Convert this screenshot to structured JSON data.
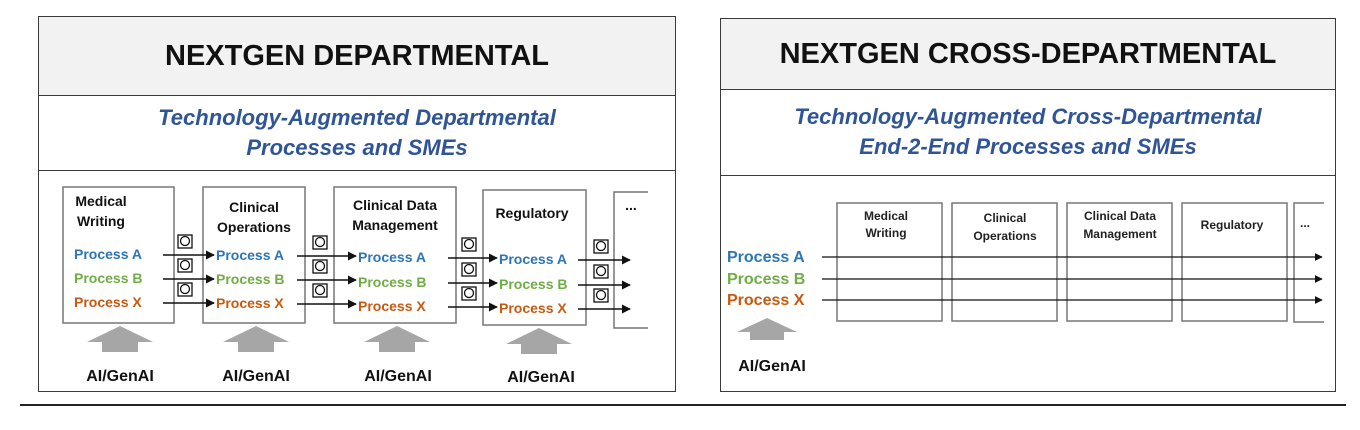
{
  "left_panel": {
    "title": "NEXTGEN DEPARTMENTAL",
    "subtitle_line1": "Technology-Augmented Departmental",
    "subtitle_line2": "Processes and SMEs",
    "departments": [
      {
        "line1": "Medical",
        "line2": "Writing"
      },
      {
        "line1": "Clinical",
        "line2": "Operations"
      },
      {
        "line1": "Clinical Data",
        "line2": "Management"
      },
      {
        "line1": "Regulatory",
        "line2": ""
      }
    ],
    "more_label": "...",
    "process_labels": [
      "Process A",
      "Process B",
      "Process X"
    ],
    "input_label": "AI/GenAI"
  },
  "right_panel": {
    "title": "NEXTGEN CROSS-DEPARTMENTAL",
    "subtitle_line1": "Technology-Augmented Cross-Departmental",
    "subtitle_line2": "End-2-End Processes and SMEs",
    "departments": [
      {
        "line1": "Medical",
        "line2": "Writing"
      },
      {
        "line1": "Clinical",
        "line2": "Operations"
      },
      {
        "line1": "Clinical Data",
        "line2": "Management"
      },
      {
        "line1": "Regulatory",
        "line2": ""
      }
    ],
    "more_label": "...",
    "process_labels": [
      "Process A",
      "Process B",
      "Process X"
    ],
    "input_label": "AI/GenAI"
  },
  "colors": {
    "process_a": "#2e75b6",
    "process_b": "#70ad47",
    "process_x": "#c55a11",
    "subtitle": "#2f5597",
    "arrow_gray": "#a6a6a6"
  },
  "icons": [
    "handoff-cycle-icon",
    "up-arrow-icon",
    "right-arrow-icon"
  ]
}
